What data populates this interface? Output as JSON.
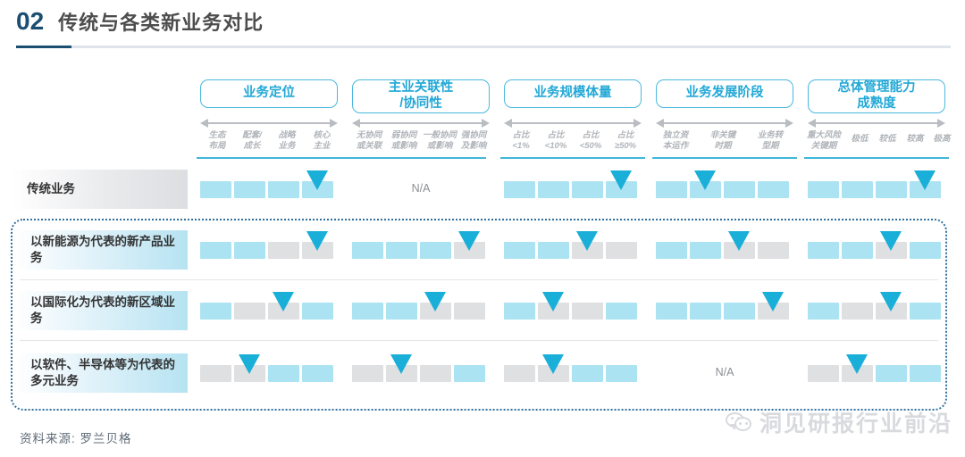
{
  "header": {
    "number": "02",
    "title": "传统与各类新业务对比",
    "accent_color": "#1a4e72"
  },
  "columns": [
    {
      "id": "business-positioning",
      "title": "业务定位",
      "sub_labels": [
        "生态\n布局",
        "配套/\n成长",
        "战略\n业务",
        "核心\n主业"
      ]
    },
    {
      "id": "core-relevance-synergy",
      "title": "主业关联性\n/协同性",
      "sub_labels": [
        "无协同\n或关联",
        "弱协同\n或影响",
        "一般协同\n或影响",
        "强协同\n及影响"
      ]
    },
    {
      "id": "business-scale",
      "title": "业务规模体量",
      "sub_labels": [
        "占比\n<1%",
        "占比\n<10%",
        "占比\n<50%",
        "占比\n≥50%"
      ]
    },
    {
      "id": "development-stage",
      "title": "业务发展阶段",
      "sub_labels": [
        "独立资\n本运作",
        "非关键\n时期",
        "业务转\n型期"
      ]
    },
    {
      "id": "management-maturity",
      "title": "总体管理能力\n成熟度",
      "sub_labels": [
        "重大风险\n关键期",
        "极低",
        "较低",
        "较高",
        "极高"
      ]
    }
  ],
  "rows": [
    {
      "id": "traditional-business",
      "label": "传统业务",
      "style": "gray",
      "cells": [
        {
          "segments": [
            "on",
            "on",
            "on",
            "on"
          ],
          "marker": 4
        },
        {
          "na": "N/A"
        },
        {
          "segments": [
            "on",
            "on",
            "on",
            "on"
          ],
          "marker": 4
        },
        {
          "segments": [
            "on",
            "on",
            "on",
            "on"
          ],
          "marker": 2
        },
        {
          "segments": [
            "on",
            "on",
            "on",
            "on"
          ],
          "marker": 4
        }
      ]
    },
    {
      "id": "new-energy-new-product",
      "label": "以新能源为代表的新产品业务",
      "style": "blue",
      "cells": [
        {
          "segments": [
            "on",
            "on",
            "off",
            "off"
          ],
          "marker": 4
        },
        {
          "segments": [
            "on",
            "on",
            "on",
            "off"
          ],
          "marker": 4
        },
        {
          "segments": [
            "on",
            "on",
            "off",
            "off"
          ],
          "marker": 3
        },
        {
          "segments": [
            "on",
            "on",
            "off",
            "off"
          ],
          "marker": 3
        },
        {
          "segments": [
            "on",
            "on",
            "off",
            "on"
          ],
          "marker": 3
        }
      ]
    },
    {
      "id": "internationalization-new-region",
      "label": "以国际化为代表的新区域业务",
      "style": "blue",
      "cells": [
        {
          "segments": [
            "on",
            "off",
            "off",
            "on"
          ],
          "marker": 3
        },
        {
          "segments": [
            "on",
            "on",
            "off",
            "off"
          ],
          "marker": 3
        },
        {
          "segments": [
            "on",
            "off",
            "off",
            "on"
          ],
          "marker": 2
        },
        {
          "segments": [
            "on",
            "on",
            "on",
            "off"
          ],
          "marker": 4
        },
        {
          "segments": [
            "on",
            "off",
            "off",
            "on"
          ],
          "marker": 3
        }
      ]
    },
    {
      "id": "software-semiconductor-diversified",
      "label": "以软件、半导体等为代表的多元业务",
      "style": "blue",
      "cells": [
        {
          "segments": [
            "off",
            "off",
            "on",
            "on"
          ],
          "marker": 2
        },
        {
          "segments": [
            "off",
            "off",
            "off",
            "on"
          ],
          "marker": 2
        },
        {
          "segments": [
            "off",
            "off",
            "on",
            "on"
          ],
          "marker": 2
        },
        {
          "na": "N/A"
        },
        {
          "segments": [
            "off",
            "off",
            "on",
            "on"
          ],
          "marker": 2
        }
      ]
    }
  ],
  "footer": {
    "source": "资料来源: 罗兰贝格",
    "watermark": "洞见研报行业前沿",
    "watermark_icon": "wechat-icon"
  },
  "colors": {
    "segment_on": "#ace3f2",
    "segment_off": "#dfe0e2",
    "marker": "#19afd8",
    "header_blue": "#22a8d6",
    "dash_border": "#2f6f9e"
  }
}
